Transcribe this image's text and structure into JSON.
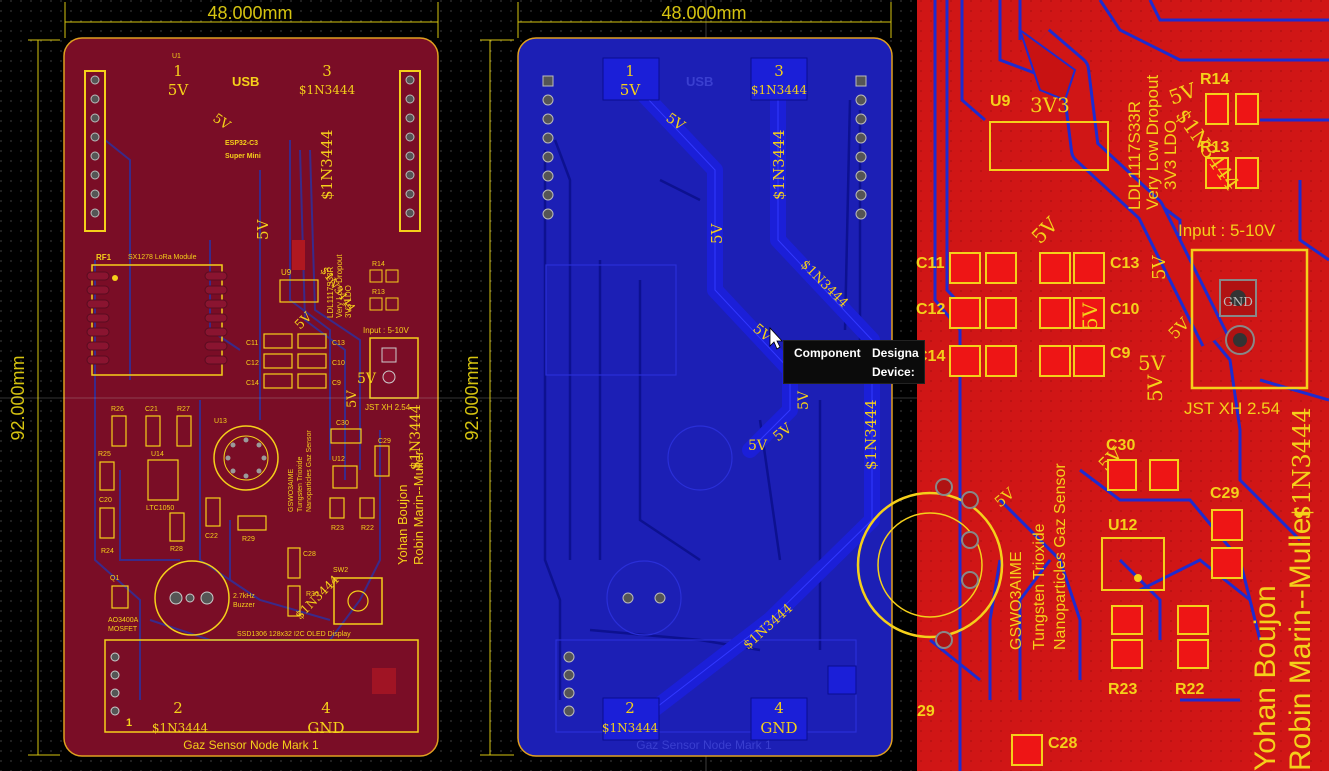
{
  "views": {
    "left": {
      "dim_width": "48.000mm",
      "dim_height": "92.000mm",
      "labels": {
        "usb": "USB",
        "u1": "U1",
        "esp_line1": "ESP32-C3",
        "esp_line2": "Super Mini",
        "rf1": "RF1",
        "lora": "SX1278 LoRa Module",
        "u9": "U9",
        "ldo_line1": "LDL1117S33R",
        "ldo_line2": "Very Low Dropout",
        "ldo_line3": "3V3 LDO",
        "r14": "R14",
        "r13": "R13",
        "input": "Input : 5-10V",
        "jst": "JST XH 2.54",
        "c11": "C11",
        "c12": "C12",
        "c14": "C14",
        "c13": "C13",
        "c10": "C10",
        "c9": "C9",
        "r26": "R26",
        "c21": "C21",
        "r27": "R27",
        "u13": "U13",
        "r25": "R25",
        "u14": "U14",
        "ltc": "LTC1050",
        "c20": "C20",
        "r24": "R24",
        "r28": "R28",
        "c22": "C22",
        "r29": "R29",
        "c30": "C30",
        "c29": "C29",
        "u12": "U12",
        "r23": "R23",
        "r22": "R22",
        "sensor_line1": "GSWO3AIME",
        "sensor_line2": "Tungsten Trioxide",
        "sensor_line3": "Nanoparticles Gaz Sensor",
        "author1": "Yohan Boujon",
        "author2": "Robin Marin--Muller",
        "q1": "Q1",
        "mosfet1": "AO3400A",
        "mosfet2": "MOSFET",
        "buzzer1": "2.7kHz",
        "buzzer2": "Buzzer",
        "c28": "C28",
        "r30": "R30",
        "sw2": "SW2",
        "oled": "SSD1306 128x32 I2C OLED Display",
        "board_name": "Gaz Sensor Node Mark 1",
        "pad1_num": "1",
        "pad1_net": "5V",
        "pad2_num": "2",
        "pad2_net": "$1N3444",
        "pad3_num": "3",
        "pad3_net": "$1N3444",
        "pad4_num": "4",
        "pad4_net": "GND",
        "net_5v": "5V",
        "net_1n": "$1N3444",
        "pin1": "1"
      }
    },
    "middle": {
      "dim_width": "48.000mm",
      "dim_height": "92.000mm",
      "labels": {
        "usb": "USB",
        "pad1_num": "1",
        "pad1_net": "5V",
        "pad2_num": "2",
        "pad2_net": "$1N3444",
        "pad3_num": "3",
        "pad3_net": "$1N3444",
        "pad4_num": "4",
        "pad4_net": "GND",
        "net_5v": "5V",
        "net_1n": "$1N3444",
        "board_name": "Gaz Sensor Node Mark 1"
      }
    },
    "right": {
      "labels": {
        "u9": "U9",
        "v33": "3V3",
        "ldo_line1": "LDL1117S33R",
        "ldo_line2": "Very Low Dropout",
        "ldo_line3": "3V3 LDO",
        "r14": "R14",
        "r13": "R13",
        "input": "Input : 5-10V",
        "gnd": "GND",
        "jst": "JST XH 2.54",
        "c11": "C11",
        "c12": "C12",
        "c14": "C14",
        "c13": "C13",
        "c10": "C10",
        "c9": "C9",
        "c30": "C30",
        "c29": "C29",
        "u12": "U12",
        "r23": "R23",
        "r22": "R22",
        "c28": "C28",
        "r29_part": "29",
        "sensor_line1": "GSWO3AIME",
        "sensor_line2": "Tungsten Trioxide",
        "sensor_line3": "Nanoparticles Gaz Sensor",
        "author1": "Yohan Boujon",
        "author2": "Robin Marin--Muller",
        "net_5v": "5V",
        "net_1n": "$1N3444"
      }
    }
  },
  "tooltip": {
    "component": "Component",
    "designator": "Designa",
    "device": "Device:"
  },
  "colors": {
    "background": "#000000",
    "board_left": "#7a0d26",
    "board_middle": "#1c1fb5",
    "board_right": "#d01616",
    "silk": "#f5d01a",
    "copper_bottom": "#1b1fd8",
    "pad_red": "#ee1515",
    "dim": "#d6c410"
  }
}
